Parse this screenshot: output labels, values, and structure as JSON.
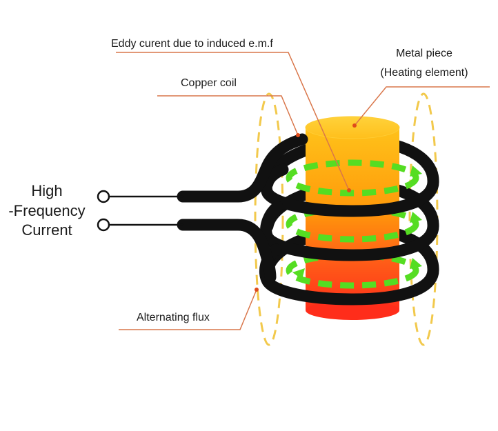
{
  "labels": {
    "eddy_current": "Eddy curent due to induced e.m.f",
    "metal_piece_line1": "Metal piece",
    "metal_piece_line2": "(Heating element)",
    "copper_coil": "Copper coil",
    "alternating_flux": "Alternating flux",
    "source_line1": "High",
    "source_line2": "-Frequency",
    "source_line3": "Current"
  },
  "colors": {
    "coil": "#111111",
    "eddy_current": "#55dd22",
    "flux": "#f2c94c",
    "leader_line": "#d9764a",
    "leader_dot": "#e04b1a",
    "metal_top": "#ffb400",
    "metal_bottom": "#ff3a1a"
  }
}
